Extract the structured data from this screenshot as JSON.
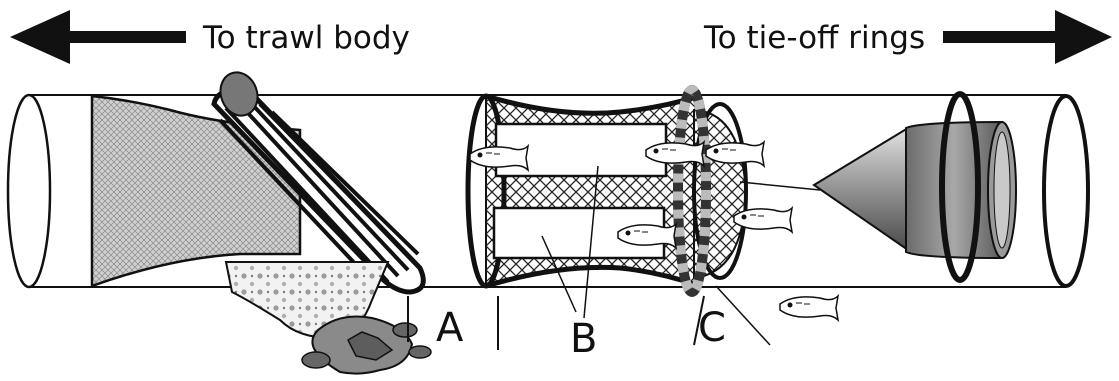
{
  "arrows": {
    "left_label": "To trawl body",
    "right_label": "To tie-off rings"
  },
  "labels": {
    "a": "A",
    "b": "B",
    "c": "C"
  },
  "colors": {
    "ink": "#111111",
    "mesh_fill": "#c8c8c8",
    "cone_dark": "#555555",
    "cone_light": "#d6d6d6",
    "background": "#ffffff"
  },
  "icons": [
    "fish-icon",
    "turtle-icon"
  ]
}
